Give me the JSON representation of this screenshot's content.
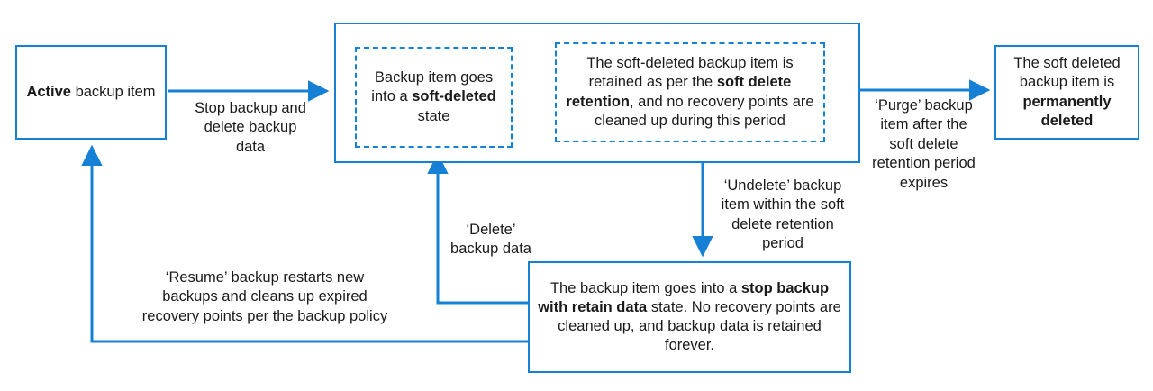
{
  "diagram": {
    "title_colors": {
      "accent": "#1580d4",
      "text": "#1a1a1a",
      "background": "#ffffff"
    },
    "nodes": {
      "active": {
        "name": "Active backup item",
        "text_bold": "Active",
        "text_rest": " backup item",
        "style": "solid"
      },
      "soft_deleted": {
        "text_a": "Backup item goes into a ",
        "text_bold": "soft-deleted",
        "text_b": " state",
        "style": "dashed"
      },
      "retention": {
        "text_a": "The soft-deleted backup item is retained as per the ",
        "text_bold": "soft delete retention",
        "text_b": ", and no recovery points are cleaned up during this period",
        "style": "dashed"
      },
      "permanently_deleted": {
        "text_a": "The soft deleted backup item is ",
        "text_bold": "permanently deleted",
        "style": "solid"
      },
      "stop_backup_retain": {
        "text_a": "The backup item goes into a ",
        "text_bold": "stop backup with retain data",
        "text_b": " state. No recovery points are cleaned up, and backup data is retained forever.",
        "style": "solid"
      }
    },
    "edge_labels": {
      "stop_backup_delete": "Stop backup and\ndelete  backup\ndata",
      "purge": "‘Purge’ backup\nitem after the\nsoft delete\nretention period\nexpires",
      "undelete": "‘Undelete’ backup\nitem within the soft\ndelete retention\nperiod",
      "delete": "‘Delete’\nbackup data",
      "resume": "‘Resume’ backup restarts new\nbackups and cleans up expired\nrecovery points per the backup policy"
    }
  }
}
